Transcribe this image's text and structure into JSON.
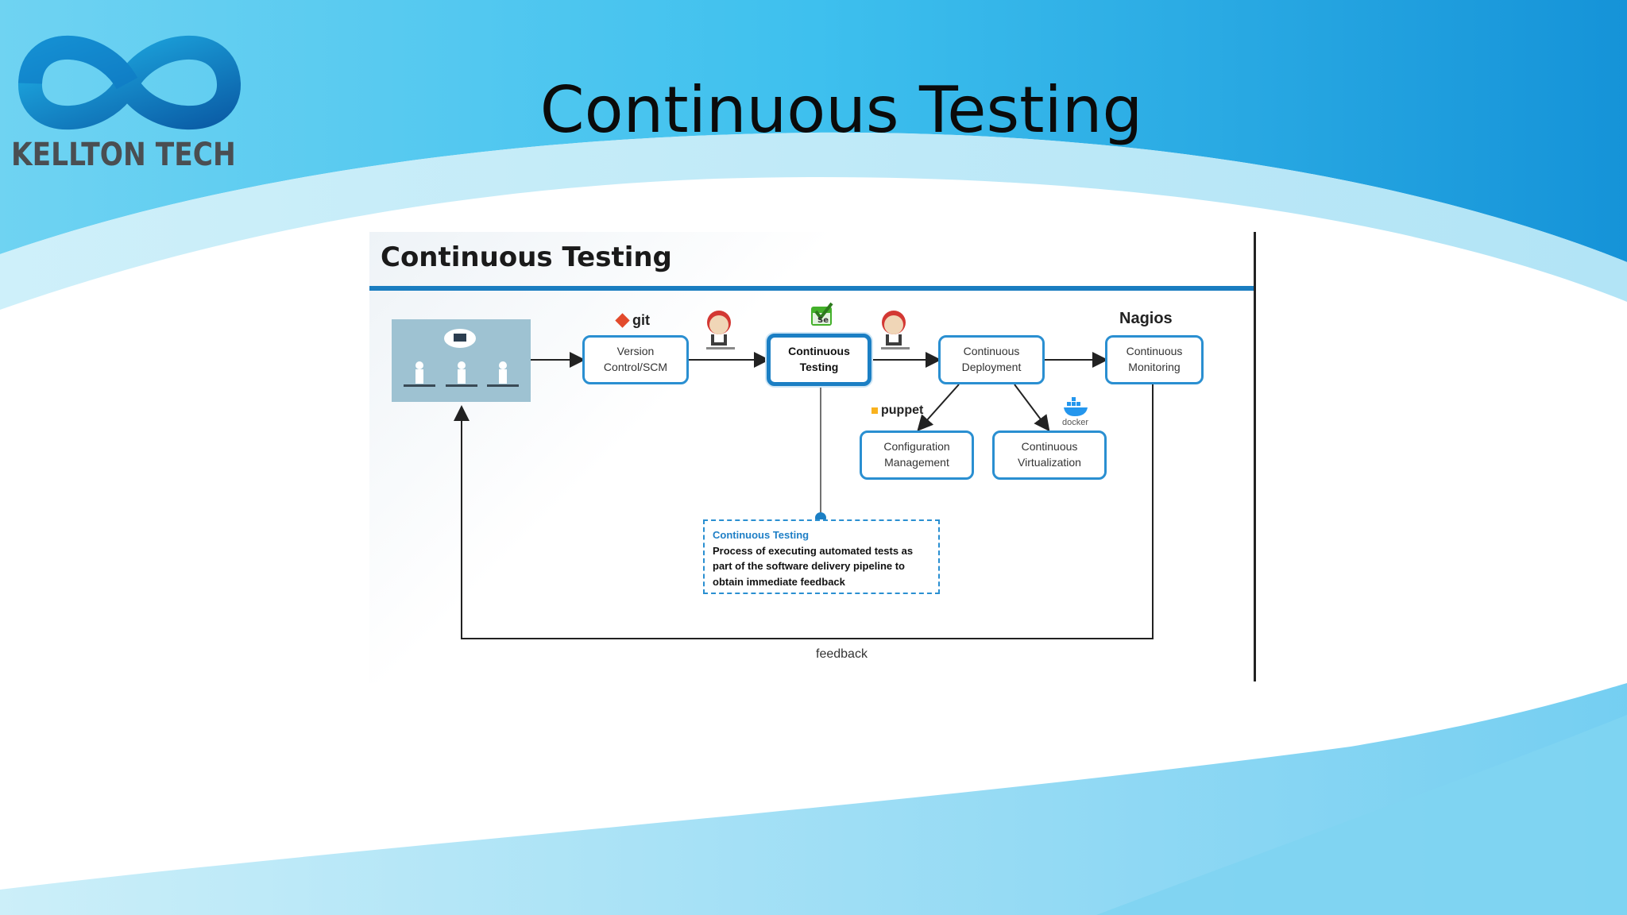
{
  "slide": {
    "title": "Continuous Testing"
  },
  "logo": {
    "text": "KELLTON TECH"
  },
  "diagram": {
    "title": "Continuous Testing",
    "nodes": {
      "version_control": "Version\nControl/SCM",
      "continuous_testing": "Continuous\nTesting",
      "continuous_deployment": "Continuous\nDeployment",
      "continuous_monitoring": "Continuous\nMonitoring",
      "configuration_management": "Configuration\nManagement",
      "continuous_virtualization": "Continuous\nVirtualization"
    },
    "tool_labels": {
      "git": "git",
      "jenkins": "Jenkins",
      "selenium": "Se",
      "puppet": "puppet",
      "docker": "docker",
      "nagios": "Nagios"
    },
    "tooltip": {
      "title": "Continuous Testing",
      "body": "Process of executing automated tests as part of the software delivery pipeline to obtain immediate feedback"
    },
    "feedback_label": "feedback"
  },
  "colors": {
    "accent": "#1a7dc0",
    "node_border": "#2a8fd1",
    "background_blue": "#29b6e8"
  }
}
